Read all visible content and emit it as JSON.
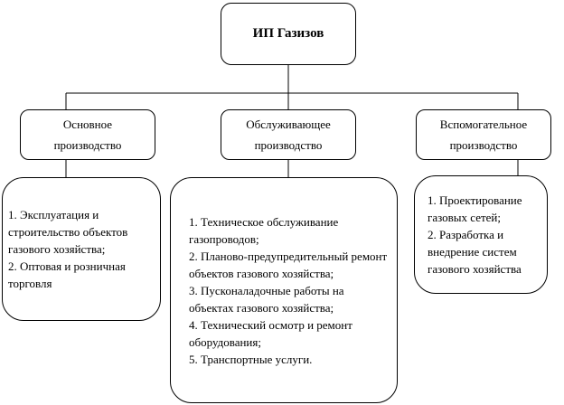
{
  "root": {
    "title": "ИП Газизов"
  },
  "branches": [
    {
      "title_line1": "Основное",
      "title_line2": "производство",
      "items": [
        "1.  Эксплуатация и строительство объектов газового хозяйства;",
        "2.  Оптовая и розничная торговля"
      ]
    },
    {
      "title_line1": "Обслуживающее",
      "title_line2": "производство",
      "items": [
        "1.  Техническое обслуживание газопроводов;",
        "2.  Планово-предупредительный ремонт объектов газового хозяйства;",
        "3.  Пусконаладочные работы на объектах газового хозяйства;",
        "4.  Технический осмотр и ремонт оборудования;",
        "5.  Транспортные услуги."
      ]
    },
    {
      "title_line1": "Вспомогательное",
      "title_line2": "производство",
      "items": [
        "1. Проектирование газовых сетей;",
        "2. Разработка и внедрение систем газового хозяйства"
      ]
    }
  ]
}
